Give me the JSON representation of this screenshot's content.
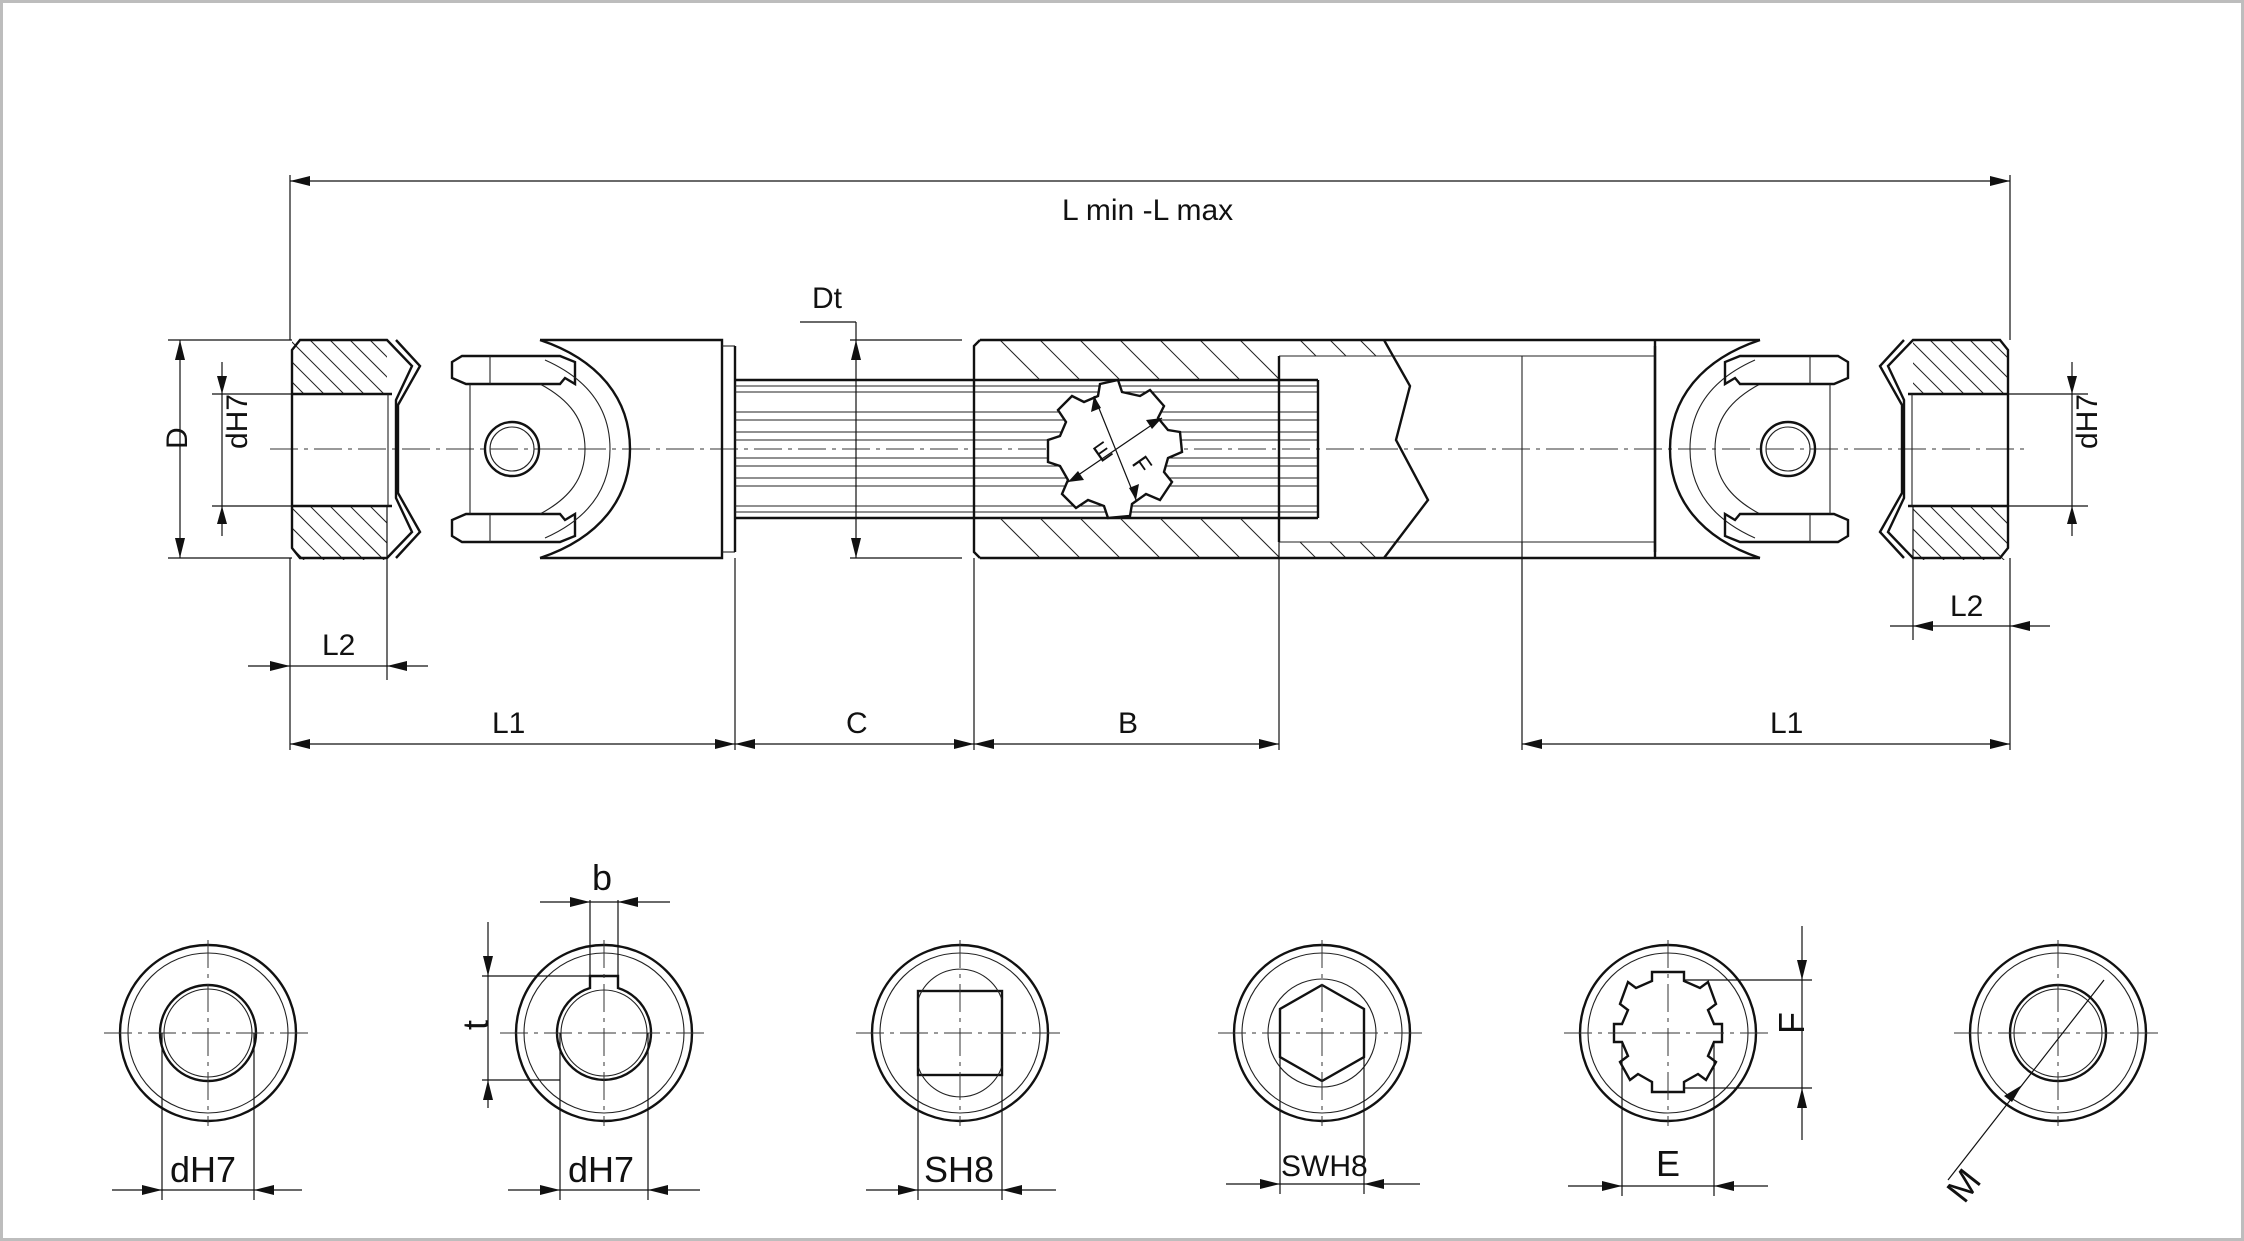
{
  "drawing": {
    "top_view": {
      "overall_length": "L min -L max",
      "outer_diameter": "D",
      "bore_left": "dH7",
      "bore_right": "dH7",
      "tube_diameter": "Dt",
      "spline_e": "E",
      "spline_f": "F",
      "hub_depth_left": "L2",
      "hub_depth_right": "L2",
      "joint_length_left": "L1",
      "shaft_length": "C",
      "tube_length": "B",
      "joint_length_right": "L1"
    },
    "sections": [
      {
        "id": "round-bore",
        "label": "dH7"
      },
      {
        "id": "keyway-bore",
        "label": "dH7",
        "key_width": "b",
        "key_depth": "t"
      },
      {
        "id": "square-bore",
        "label": "SH8"
      },
      {
        "id": "hex-bore",
        "label": "SWH8"
      },
      {
        "id": "spline-bore",
        "label_e": "E",
        "label_f": "F"
      },
      {
        "id": "threaded-bore",
        "label": "M"
      }
    ]
  }
}
